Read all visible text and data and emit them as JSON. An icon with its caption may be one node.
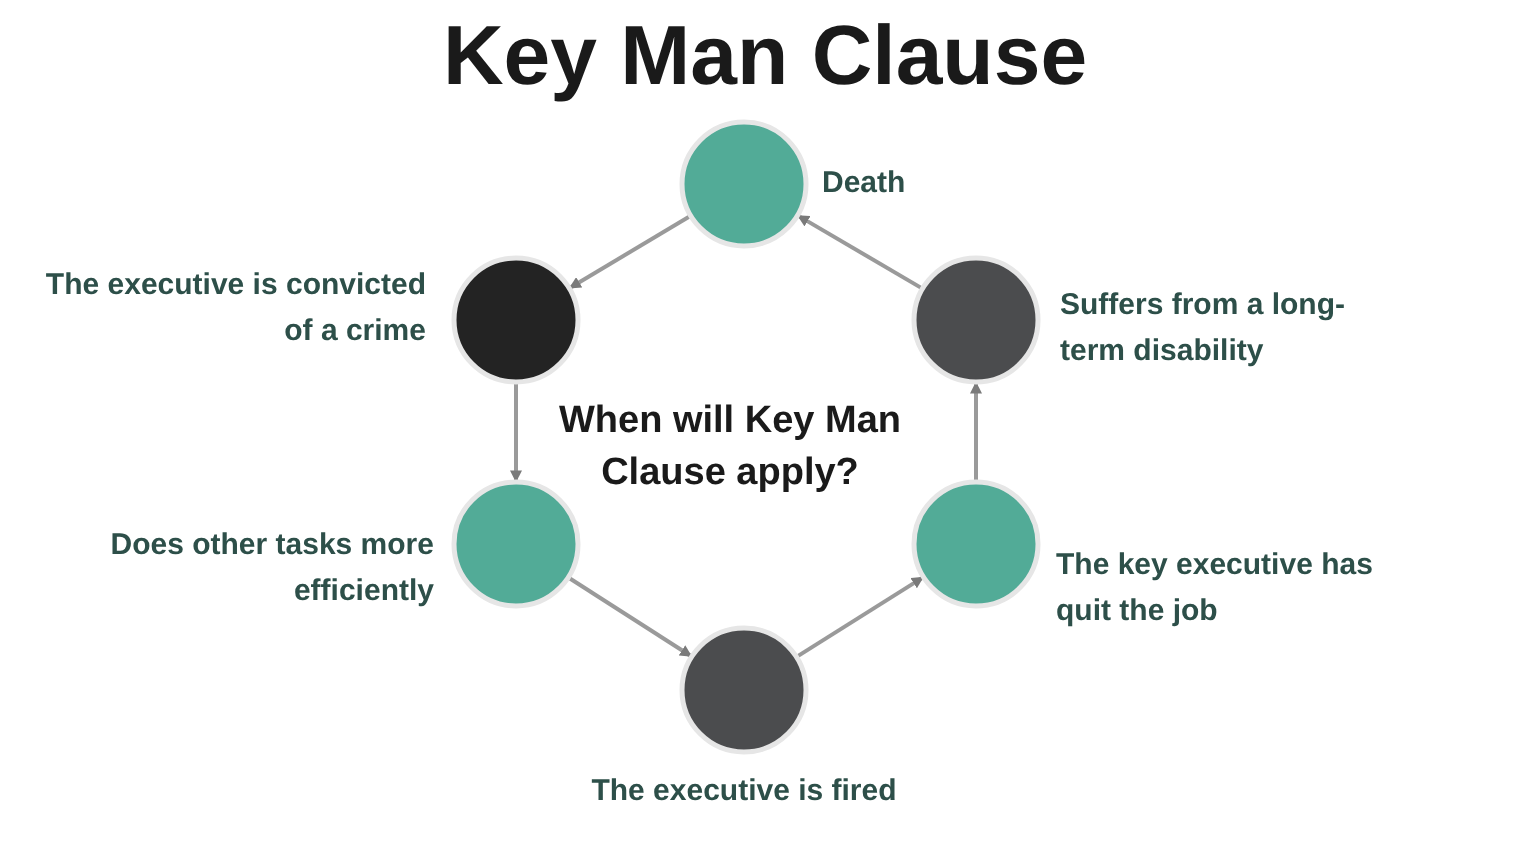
{
  "diagram": {
    "title": "Key Man Clause",
    "nodes": [
      {
        "text": [],
        "shape": "circle",
        "beside": [
          "Death"
        ]
      },
      {
        "text": [],
        "shape": "circle",
        "beside": [
          "The executive is convicted of a crime"
        ]
      },
      {
        "text": [],
        "shape": "circle",
        "beside": [
          "Suffers from a long-term disability"
        ]
      },
      {
        "text": [],
        "shape": "circle",
        "beside": [
          "Does other tasks more efficiently"
        ]
      },
      {
        "text": [],
        "shape": "circle",
        "beside": [
          "The key executive has quit the job"
        ]
      },
      {
        "text": [],
        "shape": "circle",
        "beside": [
          "The executive is fired"
        ]
      }
    ],
    "edges": [
      {
        "from": 0,
        "to": 1,
        "arrow": "to"
      },
      {
        "from": 1,
        "to": 3,
        "arrow": "to"
      },
      {
        "from": 3,
        "to": 5,
        "arrow": "to"
      },
      {
        "from": 5,
        "to": 4,
        "arrow": "to"
      },
      {
        "from": 4,
        "to": 2,
        "arrow": "to"
      },
      {
        "from": 2,
        "to": 0,
        "arrow": "to"
      }
    ],
    "labels": [
      "When will Key Man Clause apply?"
    ]
  }
}
